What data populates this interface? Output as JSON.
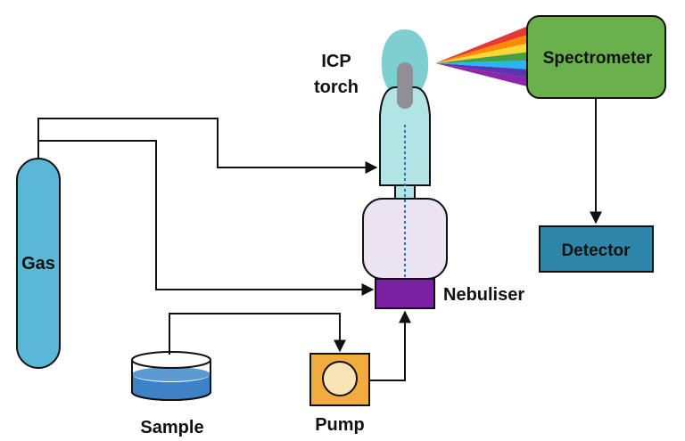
{
  "labels": {
    "icp_torch_line1": "ICP",
    "icp_torch_line2": "torch",
    "spectrometer": "Spectrometer",
    "detector": "Detector",
    "gas": "Gas",
    "nebuliser": "Nebuliser",
    "sample": "Sample",
    "pump": "Pump"
  },
  "colors": {
    "gas_cylinder": "#5ab7d6",
    "spectrometer": "#6ab04c",
    "detector": "#2e86ab",
    "nebuliser": "#7b1fa2",
    "spray_chamber": "#ede4f3",
    "torch_body": "#b2e4e6",
    "plasma": "#7ecfcf",
    "pump": "#f0ad3e",
    "pump_roller": "#fbe3b8",
    "sample_liquid": "#3d82c6",
    "lines": "#111111",
    "spectrum": [
      "#e53935",
      "#fb8c00",
      "#fdd835",
      "#43a047",
      "#29b6f6",
      "#5e35b1",
      "#8e24aa"
    ]
  },
  "icons": {
    "gas": "gas-cylinder-icon",
    "torch": "icp-torch-icon",
    "spray_chamber": "spray-chamber-icon",
    "nebuliser": "nebuliser-icon",
    "sample": "sample-beaker-icon",
    "pump": "peristaltic-pump-icon",
    "spectrum": "light-spectrum-icon"
  }
}
